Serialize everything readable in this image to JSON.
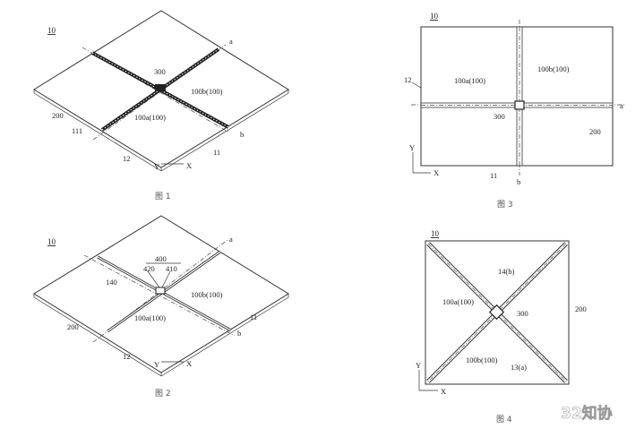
{
  "fig1": {
    "number": "10",
    "caption": "图 1",
    "labels": {
      "a": "a",
      "b": "b",
      "l300": "300",
      "l100b": "100b(100)",
      "l100a": "100a(100)",
      "l200": "200",
      "l111": "111",
      "l12": "12",
      "l11": "11",
      "Y": "Y",
      "X": "X"
    }
  },
  "fig2": {
    "number": "10",
    "caption": "图 2",
    "labels": {
      "a": "a",
      "b": "b",
      "l400": "400",
      "l420": "420",
      "l410": "410",
      "l140": "140",
      "l100b": "100b(100)",
      "l100a": "100a(100)",
      "l200": "200",
      "l12": "12",
      "l11": "11",
      "Y": "Y",
      "X": "X"
    }
  },
  "fig3": {
    "number": "10",
    "caption": "图 3",
    "labels": {
      "a": "a",
      "b": "b",
      "l12": "12",
      "l100a": "100a(100)",
      "l100b": "100b(100)",
      "l300": "300",
      "l200": "200",
      "l11": "11",
      "Y": "Y",
      "X": "X"
    }
  },
  "fig4": {
    "number": "10",
    "caption": "图 4",
    "labels": {
      "l14b": "14(b)",
      "l100a": "100a(100)",
      "l300": "300",
      "l200": "200",
      "l100b": "100b(100)",
      "l13a": "13(a)",
      "Y": "Y",
      "X": "X"
    }
  },
  "watermark": "32知协"
}
